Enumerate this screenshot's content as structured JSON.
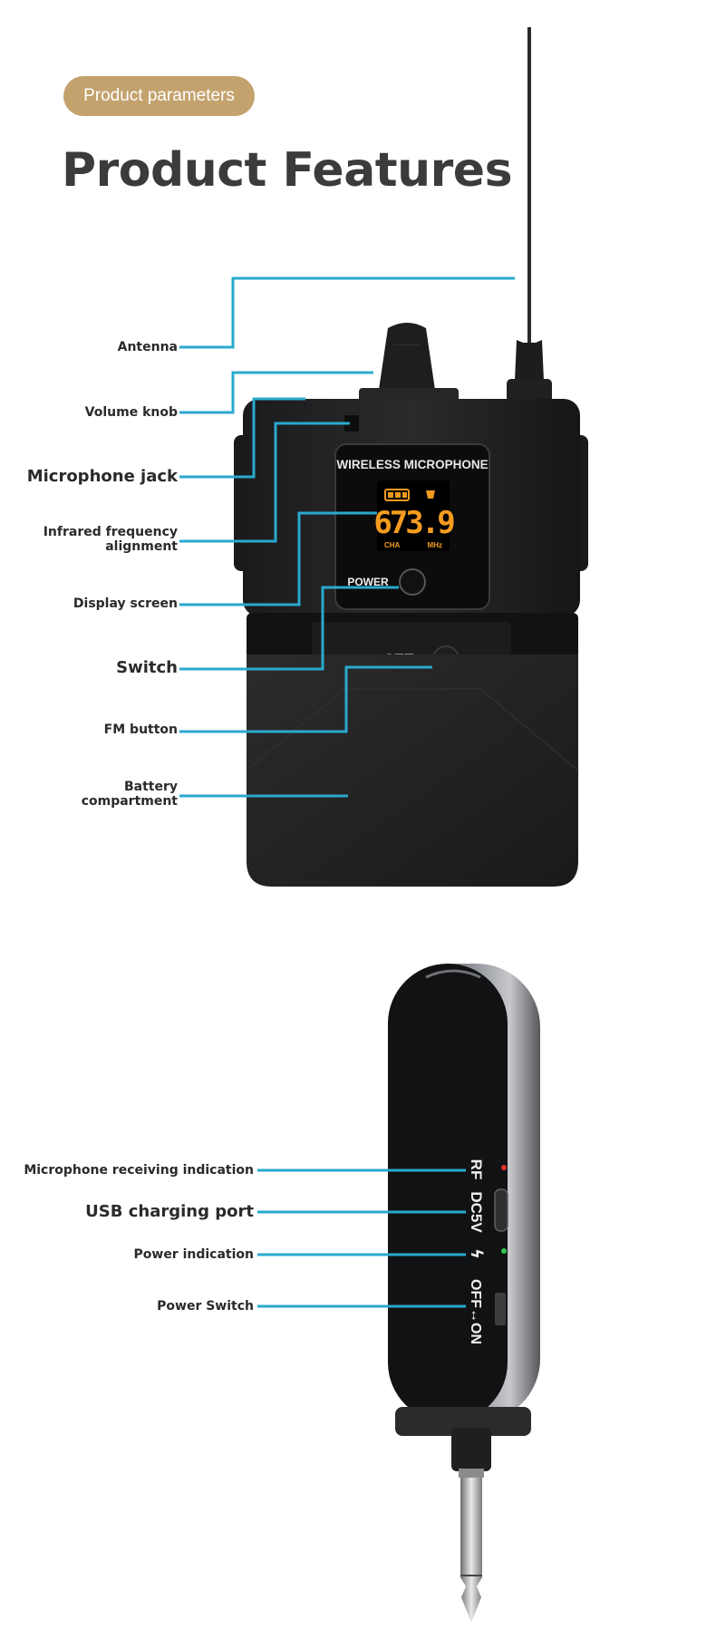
{
  "header": {
    "badge": "Product parameters",
    "title": "Product Features"
  },
  "transmitter": {
    "screen_title": "WIRELESS MICROPHONE",
    "frequency": "673.9",
    "channel": "CHA",
    "unit": "MHz",
    "power_label": "POWER",
    "set_label": "SET",
    "callouts": [
      "Antenna",
      "Volume knob",
      "Microphone jack",
      "Infrared frequency alignment",
      "Display screen",
      "Switch",
      "FM button",
      "Battery compartment"
    ]
  },
  "receiver": {
    "rf_label": "RF",
    "dc_label": "DC5V",
    "bolt_label": "ϟ",
    "switch_label": "OFF↔ON",
    "callouts": [
      "Microphone receiving indication",
      "USB charging port",
      "Power indication",
      "Power Switch"
    ]
  },
  "colors": {
    "accent_pill": "#c4a26e",
    "callout_line": "#29a9cf",
    "title_text": "#3b3b3b"
  }
}
